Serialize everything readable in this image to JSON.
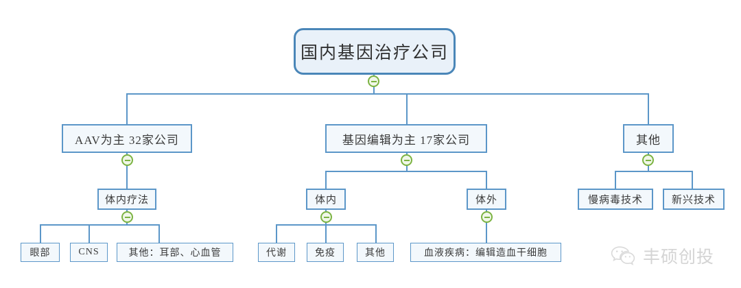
{
  "diagram": {
    "type": "org-tree",
    "title": "国内基因治疗公司",
    "colors": {
      "background": "#ffffff",
      "node_border": "#5b96c8",
      "node_fill": "#f3f8fc",
      "root_border": "#4a86b8",
      "root_fill": "#e9f1f9",
      "connector": "#5b96c8",
      "toggle_green": "#7cb342",
      "watermark_gray": "#d2d2d2"
    },
    "root": {
      "label": "国内基因治疗公司"
    },
    "level2": [
      {
        "label": "AAV为主  32家公司"
      },
      {
        "label": "基因编辑为主  17家公司"
      },
      {
        "label": "其他"
      }
    ],
    "level3": [
      {
        "label": "体内疗法"
      },
      {
        "label": "体内"
      },
      {
        "label": "体外"
      },
      {
        "label": "慢病毒技术"
      },
      {
        "label": "新兴技术"
      }
    ],
    "level4": [
      {
        "label": "眼部"
      },
      {
        "label": "CNS"
      },
      {
        "label": "其他：耳部、心血管"
      },
      {
        "label": "代谢"
      },
      {
        "label": "免疫"
      },
      {
        "label": "其他"
      },
      {
        "label": "血液疾病：编辑造血干细胞"
      }
    ],
    "toggles": [
      {
        "name": "toggle-root"
      },
      {
        "name": "toggle-aav"
      },
      {
        "name": "toggle-gene-editing"
      },
      {
        "name": "toggle-other"
      },
      {
        "name": "toggle-in-vivo-therapy"
      },
      {
        "name": "toggle-in-vivo"
      },
      {
        "name": "toggle-ex-vivo"
      }
    ]
  },
  "watermark": {
    "text": "丰硕创投",
    "icon": "wechat-icon"
  }
}
